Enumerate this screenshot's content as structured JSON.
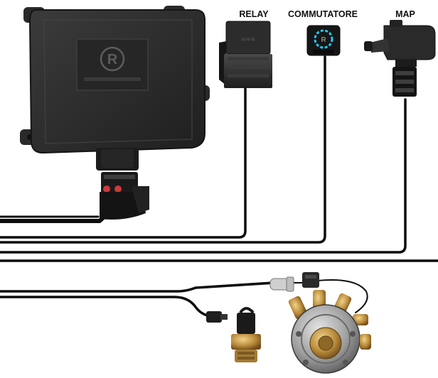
{
  "labels": {
    "relay": "RELAY",
    "commutatore": "COMMUTATORE",
    "map": "MAP"
  },
  "ecu": {
    "logo_letter": "R"
  },
  "switch": {
    "logo_letter": "R",
    "led_color": "#25c6f2"
  },
  "colors": {
    "wire": "#0d0d0d",
    "ecu_body": "#2b2b2b",
    "brass": "#b8893a"
  }
}
